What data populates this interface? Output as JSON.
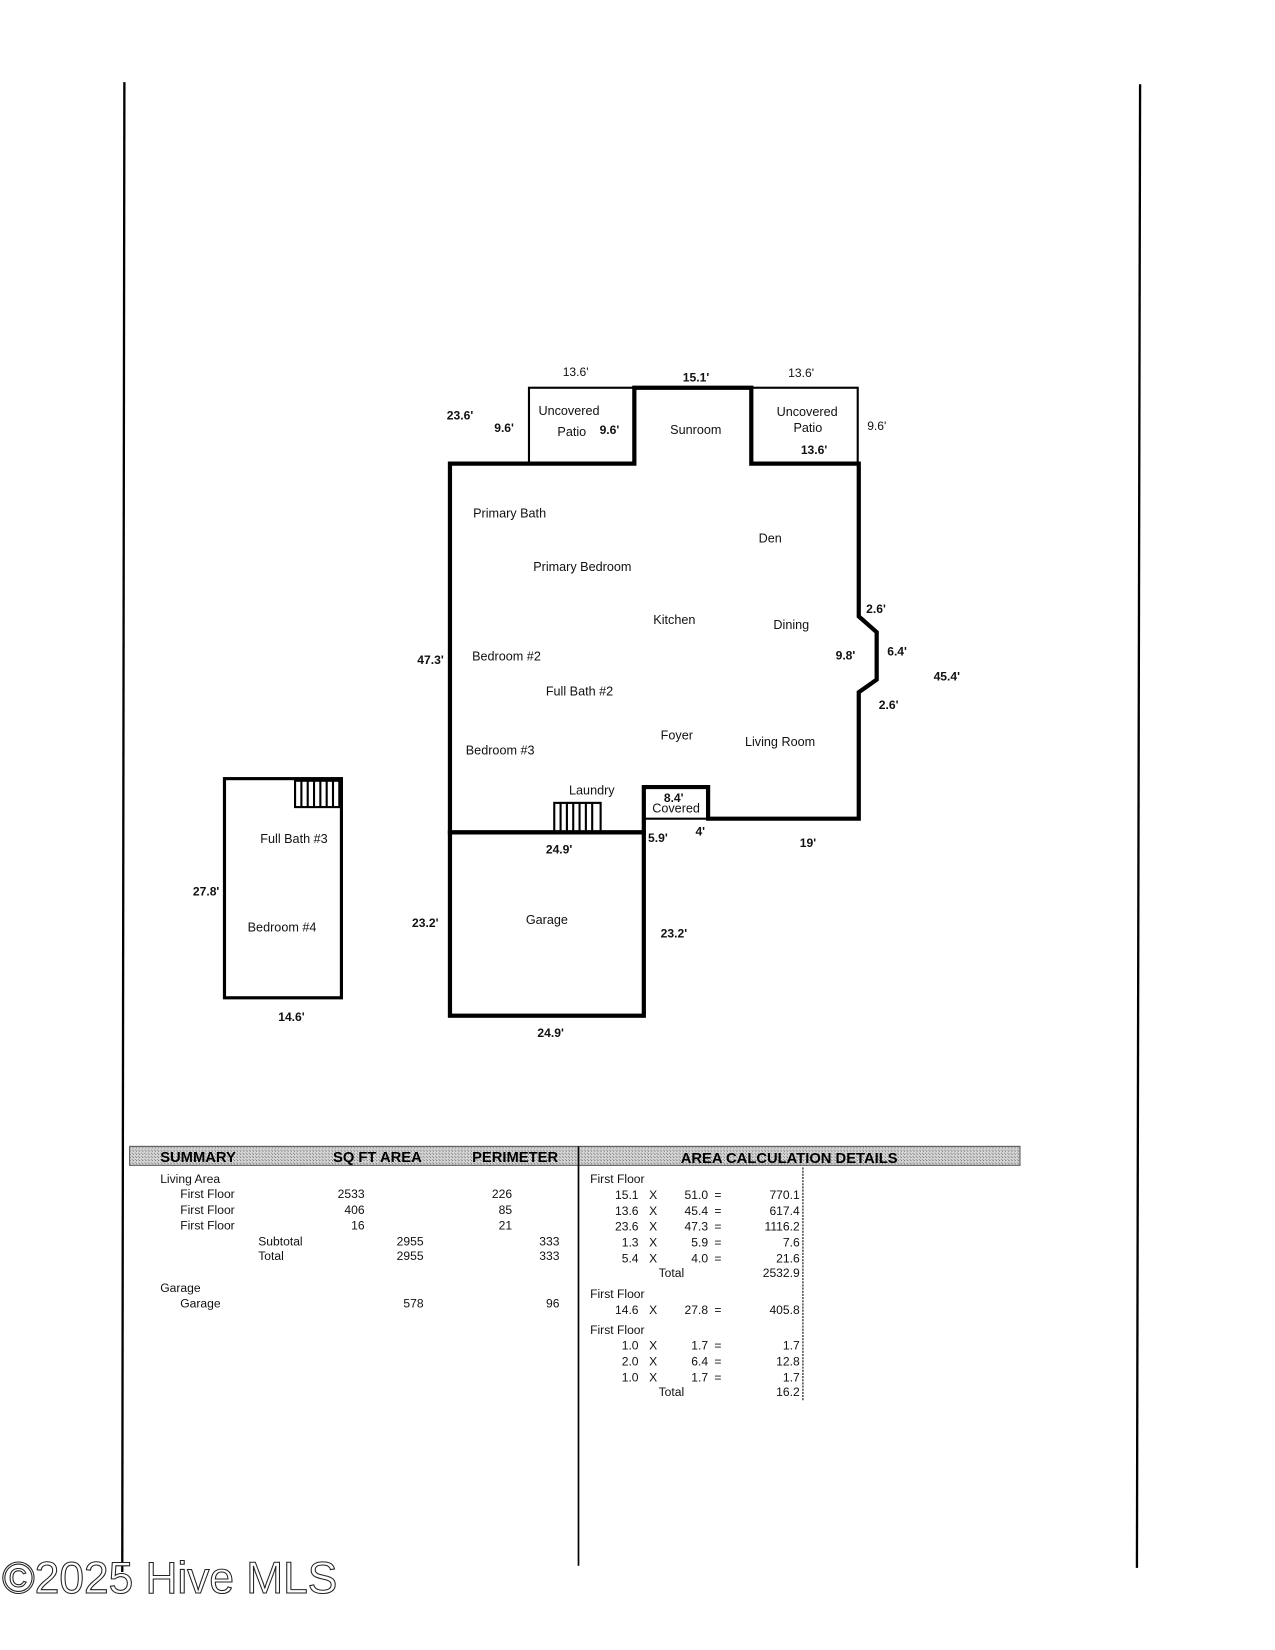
{
  "floorplan": {
    "rooms": {
      "patio_left_1": "Uncovered",
      "patio_left_2": "Patio",
      "sunroom": "Sunroom",
      "patio_right_1": "Uncovered",
      "patio_right_2": "Patio",
      "primary_bath": "Primary Bath",
      "primary_bedroom": "Primary Bedroom",
      "den": "Den",
      "kitchen": "Kitchen",
      "dining": "Dining",
      "bedroom2": "Bedroom #2",
      "full_bath2": "Full Bath #2",
      "foyer": "Foyer",
      "living_room": "Living Room",
      "bedroom3": "Bedroom #3",
      "laundry": "Laundry",
      "covered": "Covered",
      "garage": "Garage",
      "full_bath3": "Full Bath #3",
      "bedroom4": "Bedroom #4"
    },
    "dimensions": {
      "top_left_patio": "13.6'",
      "top_sunroom": "15.1'",
      "top_right_patio": "13.6'",
      "left_23_6": "23.6'",
      "patio_left_side": "9.6'",
      "patio_left_inner": "9.6'",
      "patio_right_side": "9.6'",
      "patio_right_bottom": "13.6'",
      "left_47_3": "47.3'",
      "bay_top": "2.6'",
      "bay_inner": "9.8'",
      "bay_outer": "6.4'",
      "bay_bottom": "2.6'",
      "right_45_4": "45.4'",
      "covered_top": "8.4'",
      "covered_side": "5.9'",
      "covered_bottom": "4'",
      "bottom_19": "19'",
      "garage_top": "24.9'",
      "garage_left": "23.2'",
      "garage_right": "23.2'",
      "garage_bottom": "24.9'",
      "bed4_side": "27.8'",
      "bed4_bottom": "14.6'"
    }
  },
  "summary": {
    "headers": [
      "SUMMARY",
      "SQ FT AREA",
      "PERIMETER",
      "AREA CALCULATION DETAILS"
    ],
    "living_area_label": "Living Area",
    "rows": [
      {
        "label": "First Floor",
        "area": "2533",
        "perimeter": "226"
      },
      {
        "label": "First Floor",
        "area": "406",
        "perimeter": "85"
      },
      {
        "label": "First Floor",
        "area": "16",
        "perimeter": "21"
      }
    ],
    "subtotal": {
      "label": "Subtotal",
      "area": "2955",
      "perimeter": "333"
    },
    "total": {
      "label": "Total",
      "area": "2955",
      "perimeter": "333"
    },
    "garage_group_label": "Garage",
    "garage": {
      "label": "Garage",
      "area": "578",
      "perimeter": "96"
    }
  },
  "details": {
    "groups": [
      {
        "label": "First Floor",
        "rows": [
          {
            "a": "15.1",
            "b": "51.0",
            "r": "770.1"
          },
          {
            "a": "13.6",
            "b": "45.4",
            "r": "617.4"
          },
          {
            "a": "23.6",
            "b": "47.3",
            "r": "1116.2"
          },
          {
            "a": "1.3",
            "b": "5.9",
            "r": "7.6"
          },
          {
            "a": "5.4",
            "b": "4.0",
            "r": "21.6"
          }
        ],
        "total_label": "Total",
        "total": "2532.9"
      },
      {
        "label": "First Floor",
        "rows": [
          {
            "a": "14.6",
            "b": "27.8",
            "r": "405.8"
          }
        ]
      },
      {
        "label": "First Floor",
        "rows": [
          {
            "a": "1.0",
            "b": "1.7",
            "r": "1.7"
          },
          {
            "a": "2.0",
            "b": "6.4",
            "r": "12.8"
          },
          {
            "a": "1.0",
            "b": "1.7",
            "r": "1.7"
          }
        ],
        "total_label": "Total",
        "total": "16.2"
      }
    ],
    "times": "X",
    "equals": "="
  },
  "watermark": "©2025 Hive MLS"
}
